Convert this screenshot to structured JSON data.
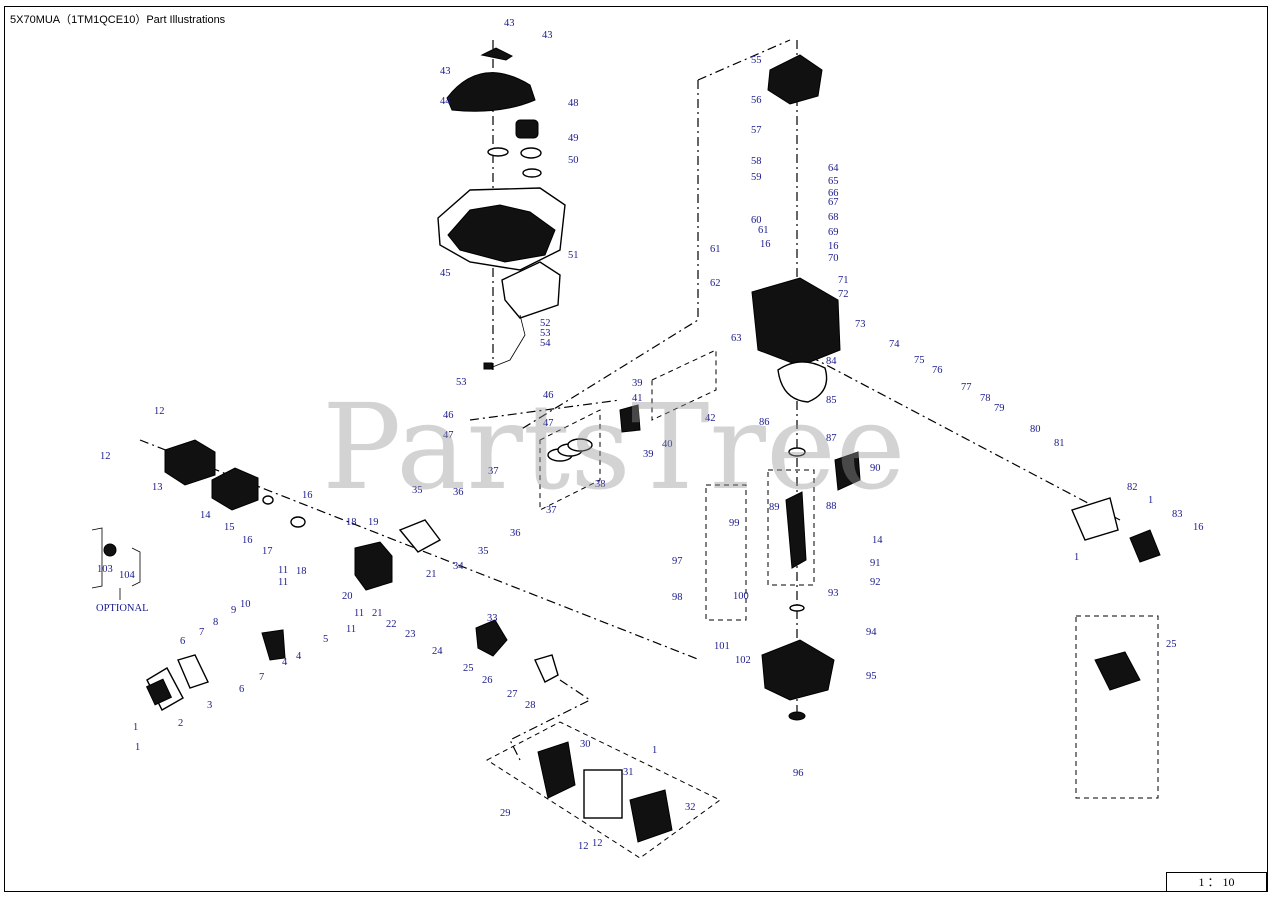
{
  "header": {
    "title": "5X70MUA（1TM1QCE10）Part Illustrations"
  },
  "footer": {
    "scale": "1 ： 10"
  },
  "watermark": "PartsTree",
  "optional_label": "OPTIONAL",
  "callouts": [
    "43",
    "43",
    "43",
    "44",
    "48",
    "49",
    "50",
    "45",
    "51",
    "52",
    "53",
    "54",
    "53",
    "46",
    "46",
    "47",
    "47",
    "12",
    "12",
    "13",
    "14",
    "15",
    "16",
    "16",
    "17",
    "18",
    "19",
    "18",
    "11",
    "11",
    "11",
    "11",
    "20",
    "21",
    "21",
    "22",
    "23",
    "24",
    "25",
    "26",
    "27",
    "28",
    "29",
    "30",
    "31",
    "32",
    "12",
    "12",
    "33",
    "34",
    "35",
    "35",
    "36",
    "36",
    "37",
    "37",
    "38",
    "39",
    "39",
    "40",
    "41",
    "42",
    "1",
    "1",
    "2",
    "3",
    "4",
    "4",
    "5",
    "6",
    "6",
    "7",
    "7",
    "8",
    "9",
    "10",
    "103",
    "104",
    "55",
    "56",
    "57",
    "58",
    "59",
    "60",
    "61",
    "61",
    "62",
    "63",
    "64",
    "65",
    "66",
    "67",
    "68",
    "69",
    "16",
    "16",
    "70",
    "71",
    "72",
    "73",
    "74",
    "75",
    "76",
    "77",
    "78",
    "79",
    "80",
    "81",
    "82",
    "1",
    "1",
    "83",
    "16",
    "84",
    "85",
    "86",
    "87",
    "88",
    "89",
    "90",
    "91",
    "92",
    "93",
    "94",
    "95",
    "96",
    "97",
    "98",
    "99",
    "100",
    "101",
    "102",
    "14",
    "25",
    "1"
  ]
}
